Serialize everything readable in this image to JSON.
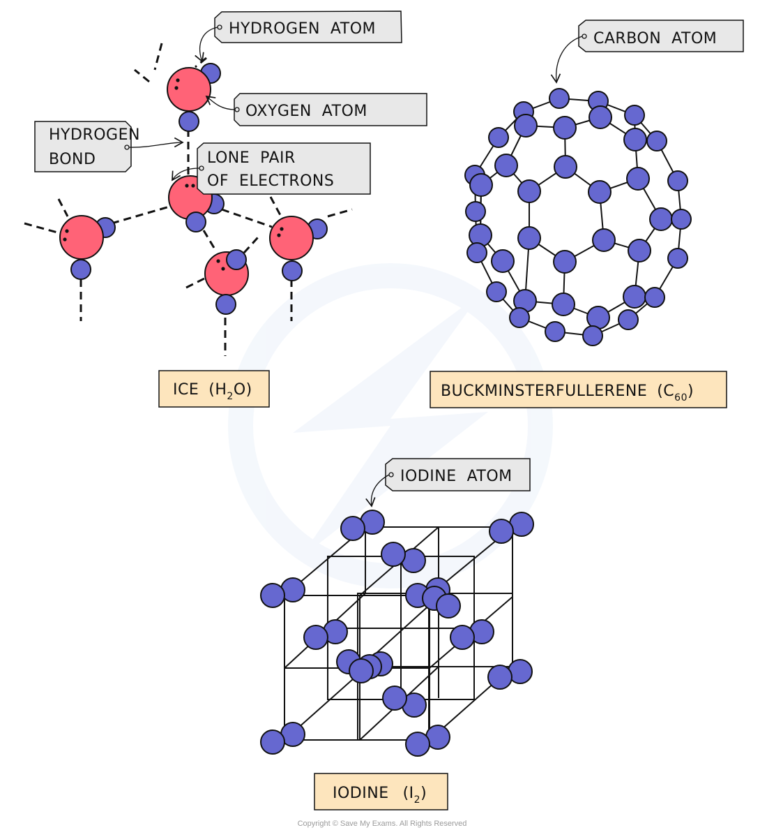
{
  "colors": {
    "oxygen": "#ff6377",
    "atom": "#6668d0",
    "outline": "#111111",
    "label_bg": "#e8e8e8",
    "caption_bg": "#fde5bd",
    "watermark": "#f2f6fb"
  },
  "ice": {
    "caption_main": "ICE",
    "caption_formula_pre": "(H",
    "caption_formula_sub": "2",
    "caption_formula_post": "O)",
    "labels": {
      "hydrogen_atom": "HYDROGEN  ATOM",
      "oxygen_atom": "OXYGEN  ATOM",
      "hydrogen_bond_line1": "HYDROGEN",
      "hydrogen_bond_line2": "BOND",
      "lone_pair_line1": "LONE  PAIR",
      "lone_pair_line2": "OF  ELECTRONS"
    }
  },
  "buckminsterfullerene": {
    "caption_main": "BUCKMINSTERFULLERENE",
    "caption_formula_pre": "(C",
    "caption_formula_sub": "60",
    "caption_formula_post": ")",
    "labels": {
      "carbon_atom": "CARBON  ATOM"
    }
  },
  "iodine": {
    "caption_main": "IODINE",
    "caption_formula_pre": "(I",
    "caption_formula_sub": "2",
    "caption_formula_post": ")",
    "labels": {
      "iodine_atom": "IODINE  ATOM"
    }
  },
  "footer": {
    "copyright": "Copyright © Save My Exams. All Rights Reserved"
  }
}
